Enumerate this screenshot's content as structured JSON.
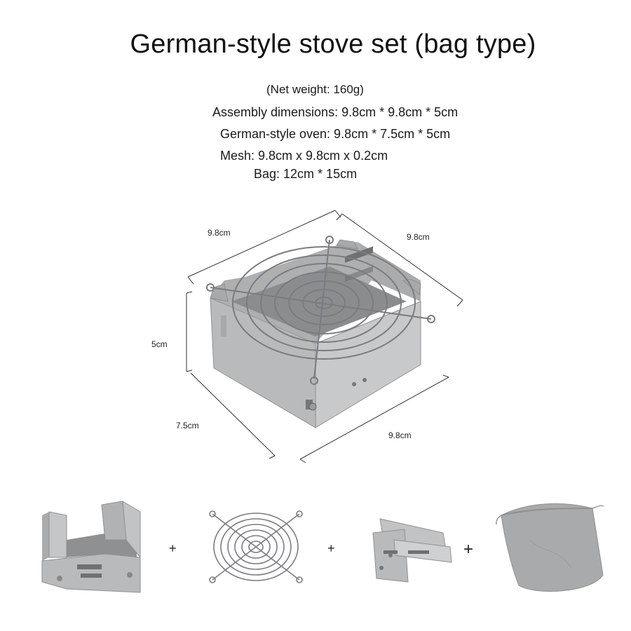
{
  "title": "German-style stove set (bag type)",
  "specs": {
    "net_weight": "(Net weight: 160g)",
    "assembly": "Assembly dimensions: 9.8cm * 9.8cm * 5cm",
    "oven": "German-style oven: 9.8cm * 7.5cm * 5cm",
    "mesh": "Mesh: 9.8cm x 9.8cm x 0.2cm",
    "bag": "Bag: 12cm * 15cm"
  },
  "dimensions": {
    "top_left": "9.8cm",
    "top_right": "9.8cm",
    "height": "5cm",
    "bottom_left": "7.5cm",
    "bottom_right": "9.8cm"
  },
  "components": {
    "plus_1": "+",
    "plus_2": "+",
    "plus_3": "+"
  },
  "colors": {
    "steel": "#b9babc",
    "steel_dark": "#8e9092",
    "wire": "#7a7c7f",
    "bag": "#a9aaab"
  }
}
